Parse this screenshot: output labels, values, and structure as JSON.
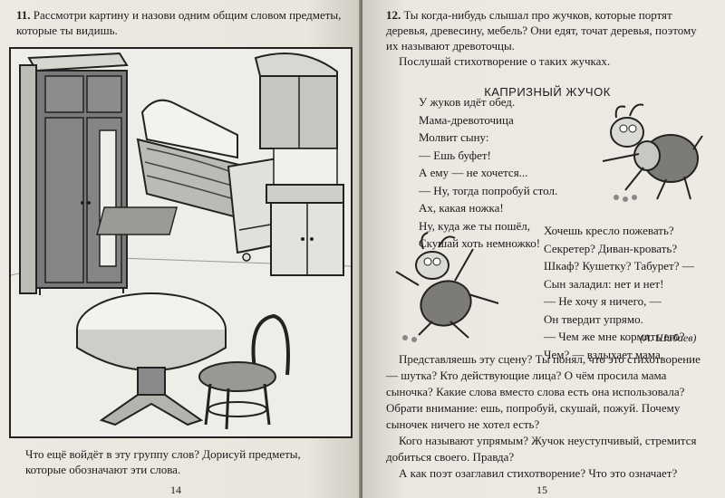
{
  "left_page": {
    "task_number": "11.",
    "task_text": "Рассмотри картину и назови одним общим словом предметы, которые ты видишь.",
    "bottom_text": "Что ещё войдёт в эту группу слов? Дорисуй предметы, которые обозначают эти слова.",
    "page_number": "14"
  },
  "right_page": {
    "task_number": "12.",
    "task_text": "Ты когда-нибудь слышал про жучков, которые портят деревья, древесину, мебель? Они едят, точат деревья, поэтому их называют древоточцы.",
    "listen_text": "Послушай стихотворение о таких жучках.",
    "poem_title": "КАПРИЗНЫЙ ЖУЧОК",
    "poem_part1": [
      "У жуков идёт обед.",
      "Мама-древоточица",
      "Молвит сыну:",
      "— Ешь буфет!",
      "А ему — не хочется...",
      "— Ну, тогда попробуй стол.",
      "Ах, какая ножка!",
      "Ну, куда же ты пошёл,",
      "Скушай хоть немножко!"
    ],
    "poem_part2": [
      "Хочешь кресло пожевать?",
      "Секретер? Диван-кровать?",
      "Шкаф? Кушетку? Табурет? —",
      "Сын заладил: нет и нет!",
      "— Не хочу я ничего, —",
      "Он твердит упрямо.",
      "— Чем же мне кормить его?",
      "Чем? — вздыхает мама."
    ],
    "author": "(А. Шибаев)",
    "questions": [
      "Представляешь эту сцену? Ты понял, что это стихотворение — шутка? Кто действующие лица? О чём просила мама сыночка? Какие слова вместо слова есть она использовала? Обрати внимание: ешь, попробуй, скушай, пожуй. Почему сыночек ничего не хотел есть?",
      "Кого называют упрямым? Жучок неуступчивый, стремится добиться своего. Правда?",
      "А как поэт озаглавил стихотворение? Что это означает?"
    ],
    "page_number": "15"
  }
}
